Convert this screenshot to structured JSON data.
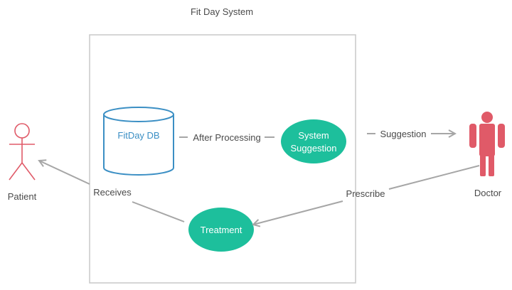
{
  "title": "Fit Day System",
  "actors": {
    "patient": "Patient",
    "doctor": "Doctor"
  },
  "database": "FitDay DB",
  "use_cases": {
    "system_suggestion_line1": "System",
    "system_suggestion_line2": "Suggestion",
    "treatment": "Treatment"
  },
  "edges": {
    "after_processing": "After Processing",
    "suggestion": "Suggestion",
    "prescribe": "Prescribe",
    "receives": "Receives"
  },
  "colors": {
    "actor_outline": "#e05a68",
    "doctor_fill": "#e05a68",
    "use_case_fill": "#1dbf9c",
    "db_stroke": "#3b8fc4",
    "boundary": "#c8c8c8",
    "arrow": "#a6a6a6"
  }
}
